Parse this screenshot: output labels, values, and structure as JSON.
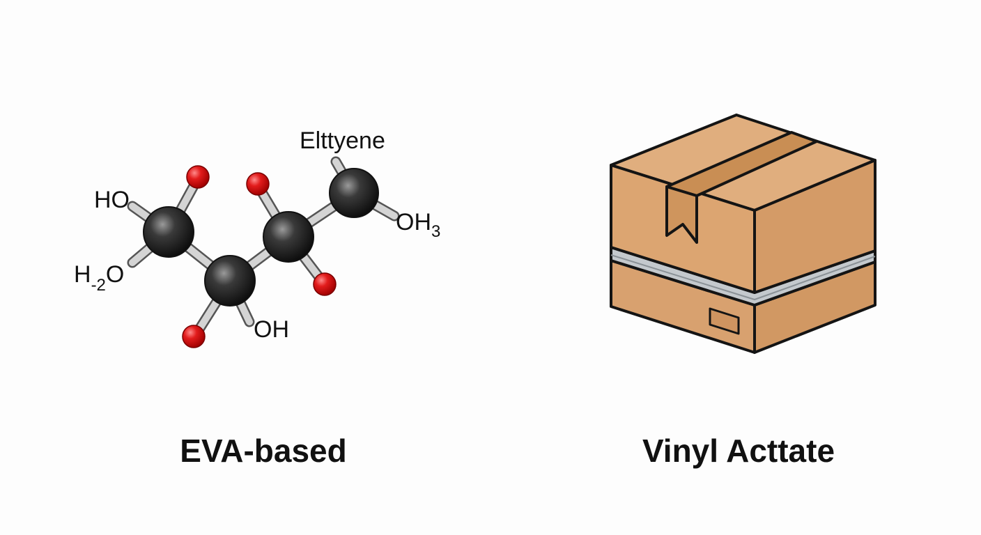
{
  "left_panel": {
    "caption": "EVA-based",
    "labels": {
      "top": "Elttyene",
      "ho_left": "HO",
      "h2o_h": "H",
      "h2o_sub": "-2",
      "h2o_o": "O",
      "oh_bottom": "OH",
      "oh3_main": "OH",
      "oh3_sub": "3"
    }
  },
  "right_panel": {
    "caption": "Vinyl Acttate",
    "icon": "cardboard-box-icon"
  },
  "colors": {
    "carbon": "#1a1a1a",
    "oxygen": "#e01b1b",
    "bond": "#c9c9c9",
    "box_front": "#d9a270",
    "box_side": "#d49a66",
    "box_top": "#e0ae7e",
    "tape": "#c98e54",
    "band": "#c3c8cc"
  }
}
